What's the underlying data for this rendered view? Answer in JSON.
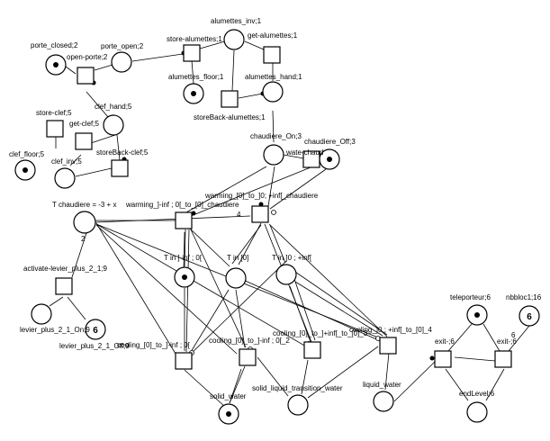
{
  "diagram": {
    "labels": {
      "porte_closed": "porte_closed;2",
      "open_porte": "open-porte;2",
      "porte_open": "porte_open;2",
      "store_alumettes": "store-alumettes;1",
      "alumettes_inv": "alumettes_inv;1",
      "get_alumettes": "get-alumettes;1",
      "alumettes_floor": "alumettes_floor;1",
      "alumettes_hand": "alumettes_hand;1",
      "storeBack_alumettes": "storeBack-alumettes;1",
      "store_clef": "store-clef;5",
      "clef_hand": "clef_hand;5",
      "get_clef": "get-clef;5",
      "clef_floor": "clef_floor;5",
      "clef_inv": "clef_inv;5",
      "storeBack_clef": "storeBack-clef;5",
      "chaudiere_on": "chaudiere_On;3",
      "chaudiere_off": "chaudiere_Off;3",
      "wate_chaud": "wate-chaud",
      "t_chaudiere": "T chaudiere = -3 + x",
      "warming_inf_0": "warming_]-inf ; 0[_to_[0]_chaudiere",
      "warming_0_inf": "warming_[0]_to_]0; +inf[_chaudiere",
      "arc_weight_4": "4",
      "arc_weight_2": "2",
      "activate_levier": "activate-levier_plus_2_1;9",
      "levier_on": "levier_plus_2_1_On;9",
      "levier_off": "levier_plus_2_1_Off;9",
      "t_in_inf_0": "T in ]-inf ; 0[",
      "t_in_0": "T in [0]",
      "t_in_0_inf": "T in ]0 ; +inf[",
      "cooling_0_inf0": "cooling_[0]_to_]-inf ; 0[",
      "cooling_0_inf0_2": "cooling_[0]_to_]-inf ; 0[_2",
      "cooling_0_inf_3": "cooling_[0]_to_]+inf[_to_[0]_3",
      "cooling_0_inf_4": "cooling_]0 ; +inf[_to_[0]_4",
      "solid_water": "solid_water",
      "solid_liquid": "solid_liquid_transition_water",
      "liquid_water": "liquid_water",
      "teleporteur": "teleporteur;6",
      "nbbloc": "nbbloc1;16",
      "exit_1": "exit-;6",
      "exit_2": "exit-;6",
      "arc_weight_6": "6",
      "end_level": "endLevel;6"
    },
    "tokens": {
      "levier_off": "6",
      "nbbloc": "6"
    }
  }
}
